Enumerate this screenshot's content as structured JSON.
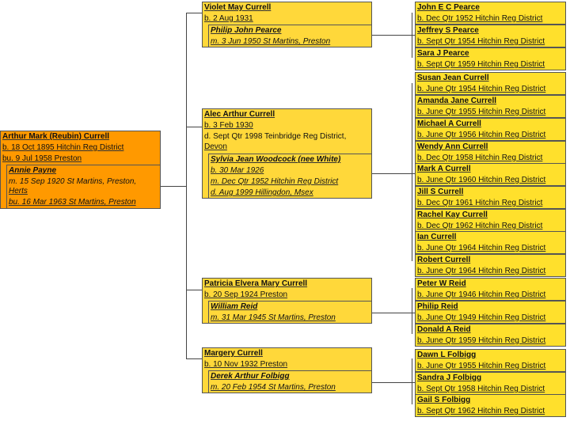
{
  "root": {
    "name": "Arthur Mark (Reubin) Currell",
    "birth": "b. 18 Oct 1895 Hitchin Reg District",
    "burial": "bu. 9 Jul 1958 Preston",
    "spouse": {
      "name": "Annie Payne",
      "married_1": "m. 15 Sep 1920 St Martins, Preston,",
      "married_2": "Herts",
      "burial": "bu. 16 Mar 1963 St Martins, Preston"
    }
  },
  "children": [
    {
      "name": "Violet May Currell",
      "birth": "b. 2 Aug 1931",
      "spouse": {
        "name": "Philip John Pearce",
        "married": "m. 3 Jun 1950 St Martins, Preston"
      },
      "kids": [
        {
          "name": "John E C Pearce",
          "birth": "b. Dec Qtr 1952 Hitchin Reg District"
        },
        {
          "name": "Jeffrey S Pearce",
          "birth": "b. Sept Qtr 1954 Hitchin Reg District"
        },
        {
          "name": "Sara J Pearce",
          "birth": "b. Sept Qtr 1959 Hitchin Reg District"
        }
      ]
    },
    {
      "name": "Alec Arthur Currell",
      "birth": "b. 3 Feb 1930",
      "death_1": "d. Sept Qtr 1998 Teinbridge Reg District,",
      "death_2": "Devon",
      "spouse": {
        "name": "Sylvia Jean Woodcock (nee White)",
        "birth": "b. 30 Mar 1926",
        "married": "m. Dec Qtr 1952 Hitchin Reg District",
        "death": "d. Aug 1999 Hillingdon, Msex"
      },
      "kids": [
        {
          "name": "Susan Jean Currell",
          "birth": "b. June Qtr 1954 Hitchin Reg District"
        },
        {
          "name": "Amanda Jane Currell",
          "birth": "b. June Qtr 1955 Hitchin Reg District"
        },
        {
          "name": "Michael A Currell",
          "birth": "b. June Qtr 1956 Hitchin Reg District"
        },
        {
          "name": "Wendy Ann Currell",
          "birth": "b. Dec Qtr 1958 Hitchin Reg District"
        },
        {
          "name": "Mark A Currell",
          "birth": "b. June Qtr 1960 Hitchin Reg District"
        },
        {
          "name": "Jill S Currell",
          "birth": "b. Dec Qtr 1961 Hitchin Reg District"
        },
        {
          "name": "Rachel Kay Currell",
          "birth": "b. Dec Qtr 1962 Hitchin Reg District"
        },
        {
          "name": "Ian Currell",
          "birth": "b. June Qtr 1964 Hitchin Reg District"
        },
        {
          "name": "Robert Currell",
          "birth": "b. June Qtr 1964 Hitchin Reg District"
        }
      ]
    },
    {
      "name": "Patricia Elvera Mary Currell",
      "birth": "b. 20 Sep 1924 Preston",
      "spouse": {
        "name": "William Reid",
        "married": "m. 31 Mar 1945 St Martins, Preston"
      },
      "kids": [
        {
          "name": "Peter W Reid",
          "birth": "b. June Qtr 1946 Hitchin Reg District"
        },
        {
          "name": "Philip Reid",
          "birth": "b. June Qtr 1949 Hitchin Reg District"
        },
        {
          "name": "Donald A Reid",
          "birth": "b. June Qtr 1959 Hitchin Reg District"
        }
      ]
    },
    {
      "name": "Margery Currell",
      "birth": "b. 10 Nov 1932 Preston",
      "spouse": {
        "name": "Derek Arthur Folbigg",
        "married": "m. 20 Feb 1954 St Martins, Preston"
      },
      "kids": [
        {
          "name": "Dawn L Folbigg",
          "birth": "b. June Qtr 1955 Hitchin Reg District"
        },
        {
          "name": "Sandra J Folbigg",
          "birth": "b. Sept Qtr 1958 Hitchin Reg District"
        },
        {
          "name": "Gail S Folbigg",
          "birth": "b. Sept Qtr 1962 Hitchin Reg District"
        }
      ]
    }
  ]
}
